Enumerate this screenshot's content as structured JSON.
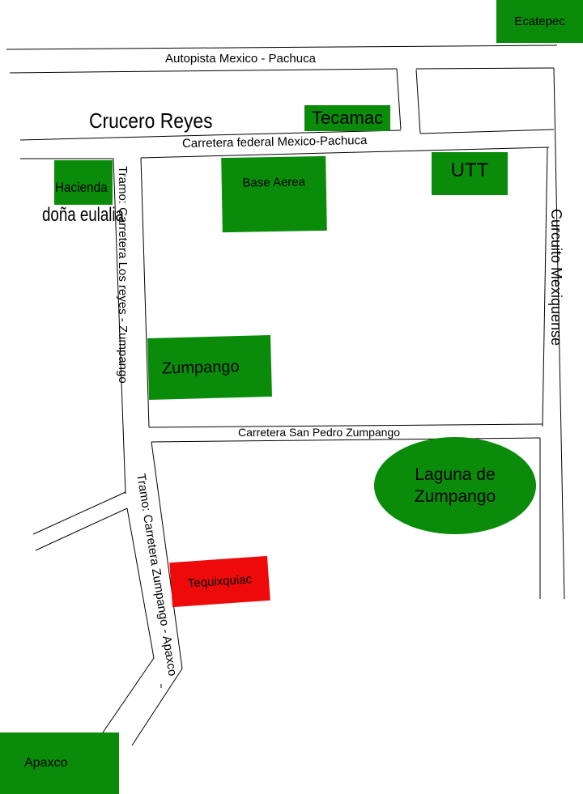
{
  "colors": {
    "place": "#0a8c0a",
    "highlight": "#ee0a0a",
    "background": "#ffffff",
    "road": "#000000"
  },
  "places": {
    "ecatepec": "Ecatepec",
    "tecamac": "Tecamac",
    "utt": "UTT",
    "base_aerea": "Base Aerea",
    "hacienda_line1": "Hacienda",
    "hacienda_line2": "doña eulalia",
    "zumpango": "Zumpango",
    "laguna_line1": "Laguna de",
    "laguna_line2": "Zumpango",
    "tequixquiac": "Tequixquiac",
    "apaxco": "Apaxco"
  },
  "labels": {
    "crucero_reyes": "Crucero Reyes"
  },
  "roads": {
    "autopista": "Autopista  Mexico - Pachuca",
    "carretera_federal": "Carretera federal Mexico-Pachuca",
    "tramo_los_reyes": "Tramo: Carretera  Los  reyes - Zumpango",
    "circuito": "Curcuito Mexiquense",
    "san_pedro": "Carretera   San Pedro Zumpango",
    "tramo_apaxco": "Tramo: Carretera  Zumpango - Apaxco"
  }
}
